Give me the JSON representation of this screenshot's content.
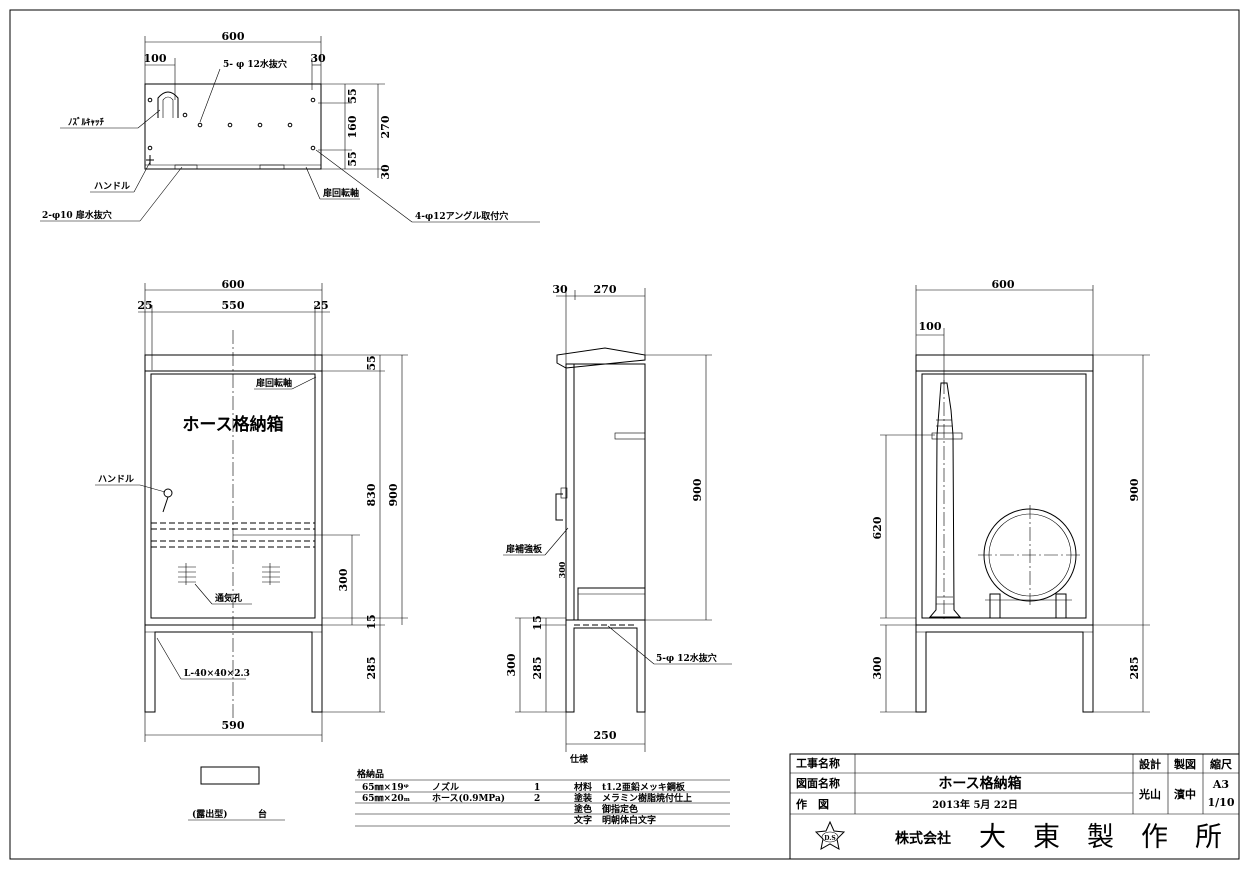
{
  "top_view": {
    "dim_width": "600",
    "dim_nozzle_offset": "100",
    "dim_edge": "30",
    "dim_55a": "55",
    "dim_160": "160",
    "dim_55b": "55",
    "dim_270": "270",
    "dim_30": "30",
    "lbl_drain": "5- φ 12水抜穴",
    "lbl_nozzle_catch": "ﾉｽﾞﾙｷｬｯﾁ",
    "lbl_handle": "ハンドル",
    "lbl_door_drain": "2-φ10 扉水抜穴",
    "lbl_hinge": "扉回転軸",
    "lbl_angle_hole": "4-φ12アングル取付穴"
  },
  "front_view": {
    "dim_600": "600",
    "dim_25a": "25",
    "dim_550": "550",
    "dim_25b": "25",
    "dim_55": "55",
    "dim_830": "830",
    "dim_900": "900",
    "dim_300": "300",
    "dim_15": "15",
    "dim_285": "285",
    "dim_590": "590",
    "lbl_hinge": "扉回転軸",
    "lbl_title": "ホース格納箱",
    "lbl_handle": "ハンドル",
    "lbl_vent": "通気孔",
    "lbl_angle": "L-40×40×2.3"
  },
  "side_view": {
    "dim_30": "30",
    "dim_270": "270",
    "dim_900": "900",
    "dim_15": "15",
    "dim_300": "300",
    "dim_285": "285",
    "dim_250": "250",
    "lbl_reinforce": "扉補強板",
    "lbl_drain": "5-φ 12水抜穴",
    "lbl_inner": "300"
  },
  "inner_view": {
    "dim_600": "600",
    "dim_100": "100",
    "dim_900": "900",
    "dim_620": "620",
    "dim_300": "300",
    "dim_285": "285"
  },
  "legend": {
    "label": "(露出型)",
    "unit": "台"
  },
  "contents": {
    "header_left": "格納品",
    "header_right": "仕様",
    "items": [
      {
        "size": "65㎜×19ᵠ",
        "name": "ノズル",
        "qty": "1"
      },
      {
        "size": "65㎜×20ₘ",
        "name": "ホース(0.9MPa)",
        "qty": "2"
      }
    ],
    "specs": [
      {
        "key": "材料",
        "value": "t1.2亜鉛メッキ鋼板"
      },
      {
        "key": "塗装",
        "value": "メラミン樹脂焼付仕上"
      },
      {
        "key": "塗色",
        "value": "御指定色"
      },
      {
        "key": "文字",
        "value": "明朝体白文字"
      }
    ]
  },
  "title_block": {
    "project_label": "工事名称",
    "drawing_label": "図面名称",
    "drawing_name": "ホース格納箱",
    "drawn_label": "作　図",
    "date": "2013年 5月 22日",
    "design_label": "設計",
    "draft_label": "製図",
    "scale_label": "縮尺",
    "designer": "光山",
    "drafter": "濱中",
    "paper": "A3",
    "scale": "1/10",
    "logo": "D.S",
    "company_prefix": "株式会社",
    "company_name": "大　東　製　作　所"
  }
}
